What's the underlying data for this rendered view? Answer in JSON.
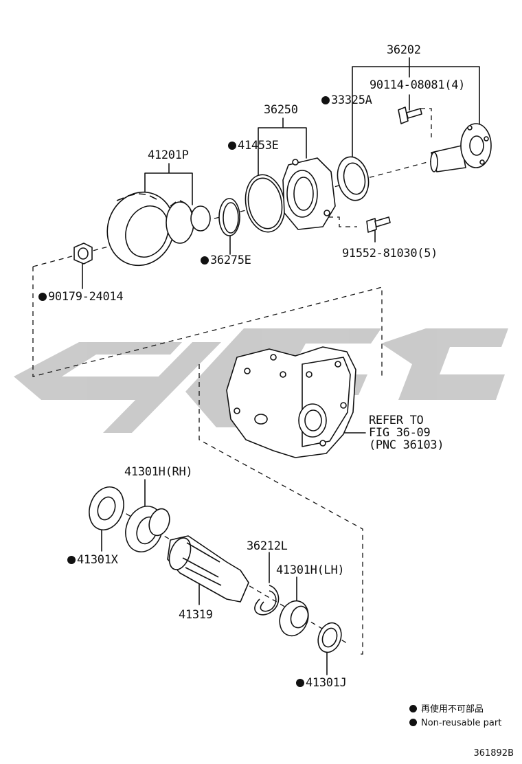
{
  "diagram": {
    "parts": [
      {
        "id": "p36202",
        "label": "36202",
        "non_reusable": false
      },
      {
        "id": "p90114",
        "label": "90114-08081(4)",
        "non_reusable": false
      },
      {
        "id": "p33325A",
        "label": "33325A",
        "non_reusable": true
      },
      {
        "id": "p36250",
        "label": "36250",
        "non_reusable": false
      },
      {
        "id": "p41453E",
        "label": "41453E",
        "non_reusable": true
      },
      {
        "id": "p41201P",
        "label": "41201P",
        "non_reusable": false
      },
      {
        "id": "p36275E",
        "label": "36275E",
        "non_reusable": true
      },
      {
        "id": "p91552",
        "label": "91552-81030(5)",
        "non_reusable": false
      },
      {
        "id": "p90179",
        "label": "90179-24014",
        "non_reusable": true
      },
      {
        "id": "p41301HRH",
        "label": "41301H(RH)",
        "non_reusable": false
      },
      {
        "id": "p41301X",
        "label": "41301X",
        "non_reusable": true
      },
      {
        "id": "p36212L",
        "label": "36212L",
        "non_reusable": false
      },
      {
        "id": "p41301HLH",
        "label": "41301H(LH)",
        "non_reusable": false
      },
      {
        "id": "p41319",
        "label": "41319",
        "non_reusable": false
      },
      {
        "id": "p41301J",
        "label": "41301J",
        "non_reusable": true
      }
    ],
    "refer": {
      "line1": "REFER TO",
      "line2": "FIG 36-09",
      "line3": "(PNC 36103)"
    },
    "legend": {
      "jp": "再使用不可部品",
      "en": "Non-reusable part"
    },
    "figure_code": "361892B"
  }
}
